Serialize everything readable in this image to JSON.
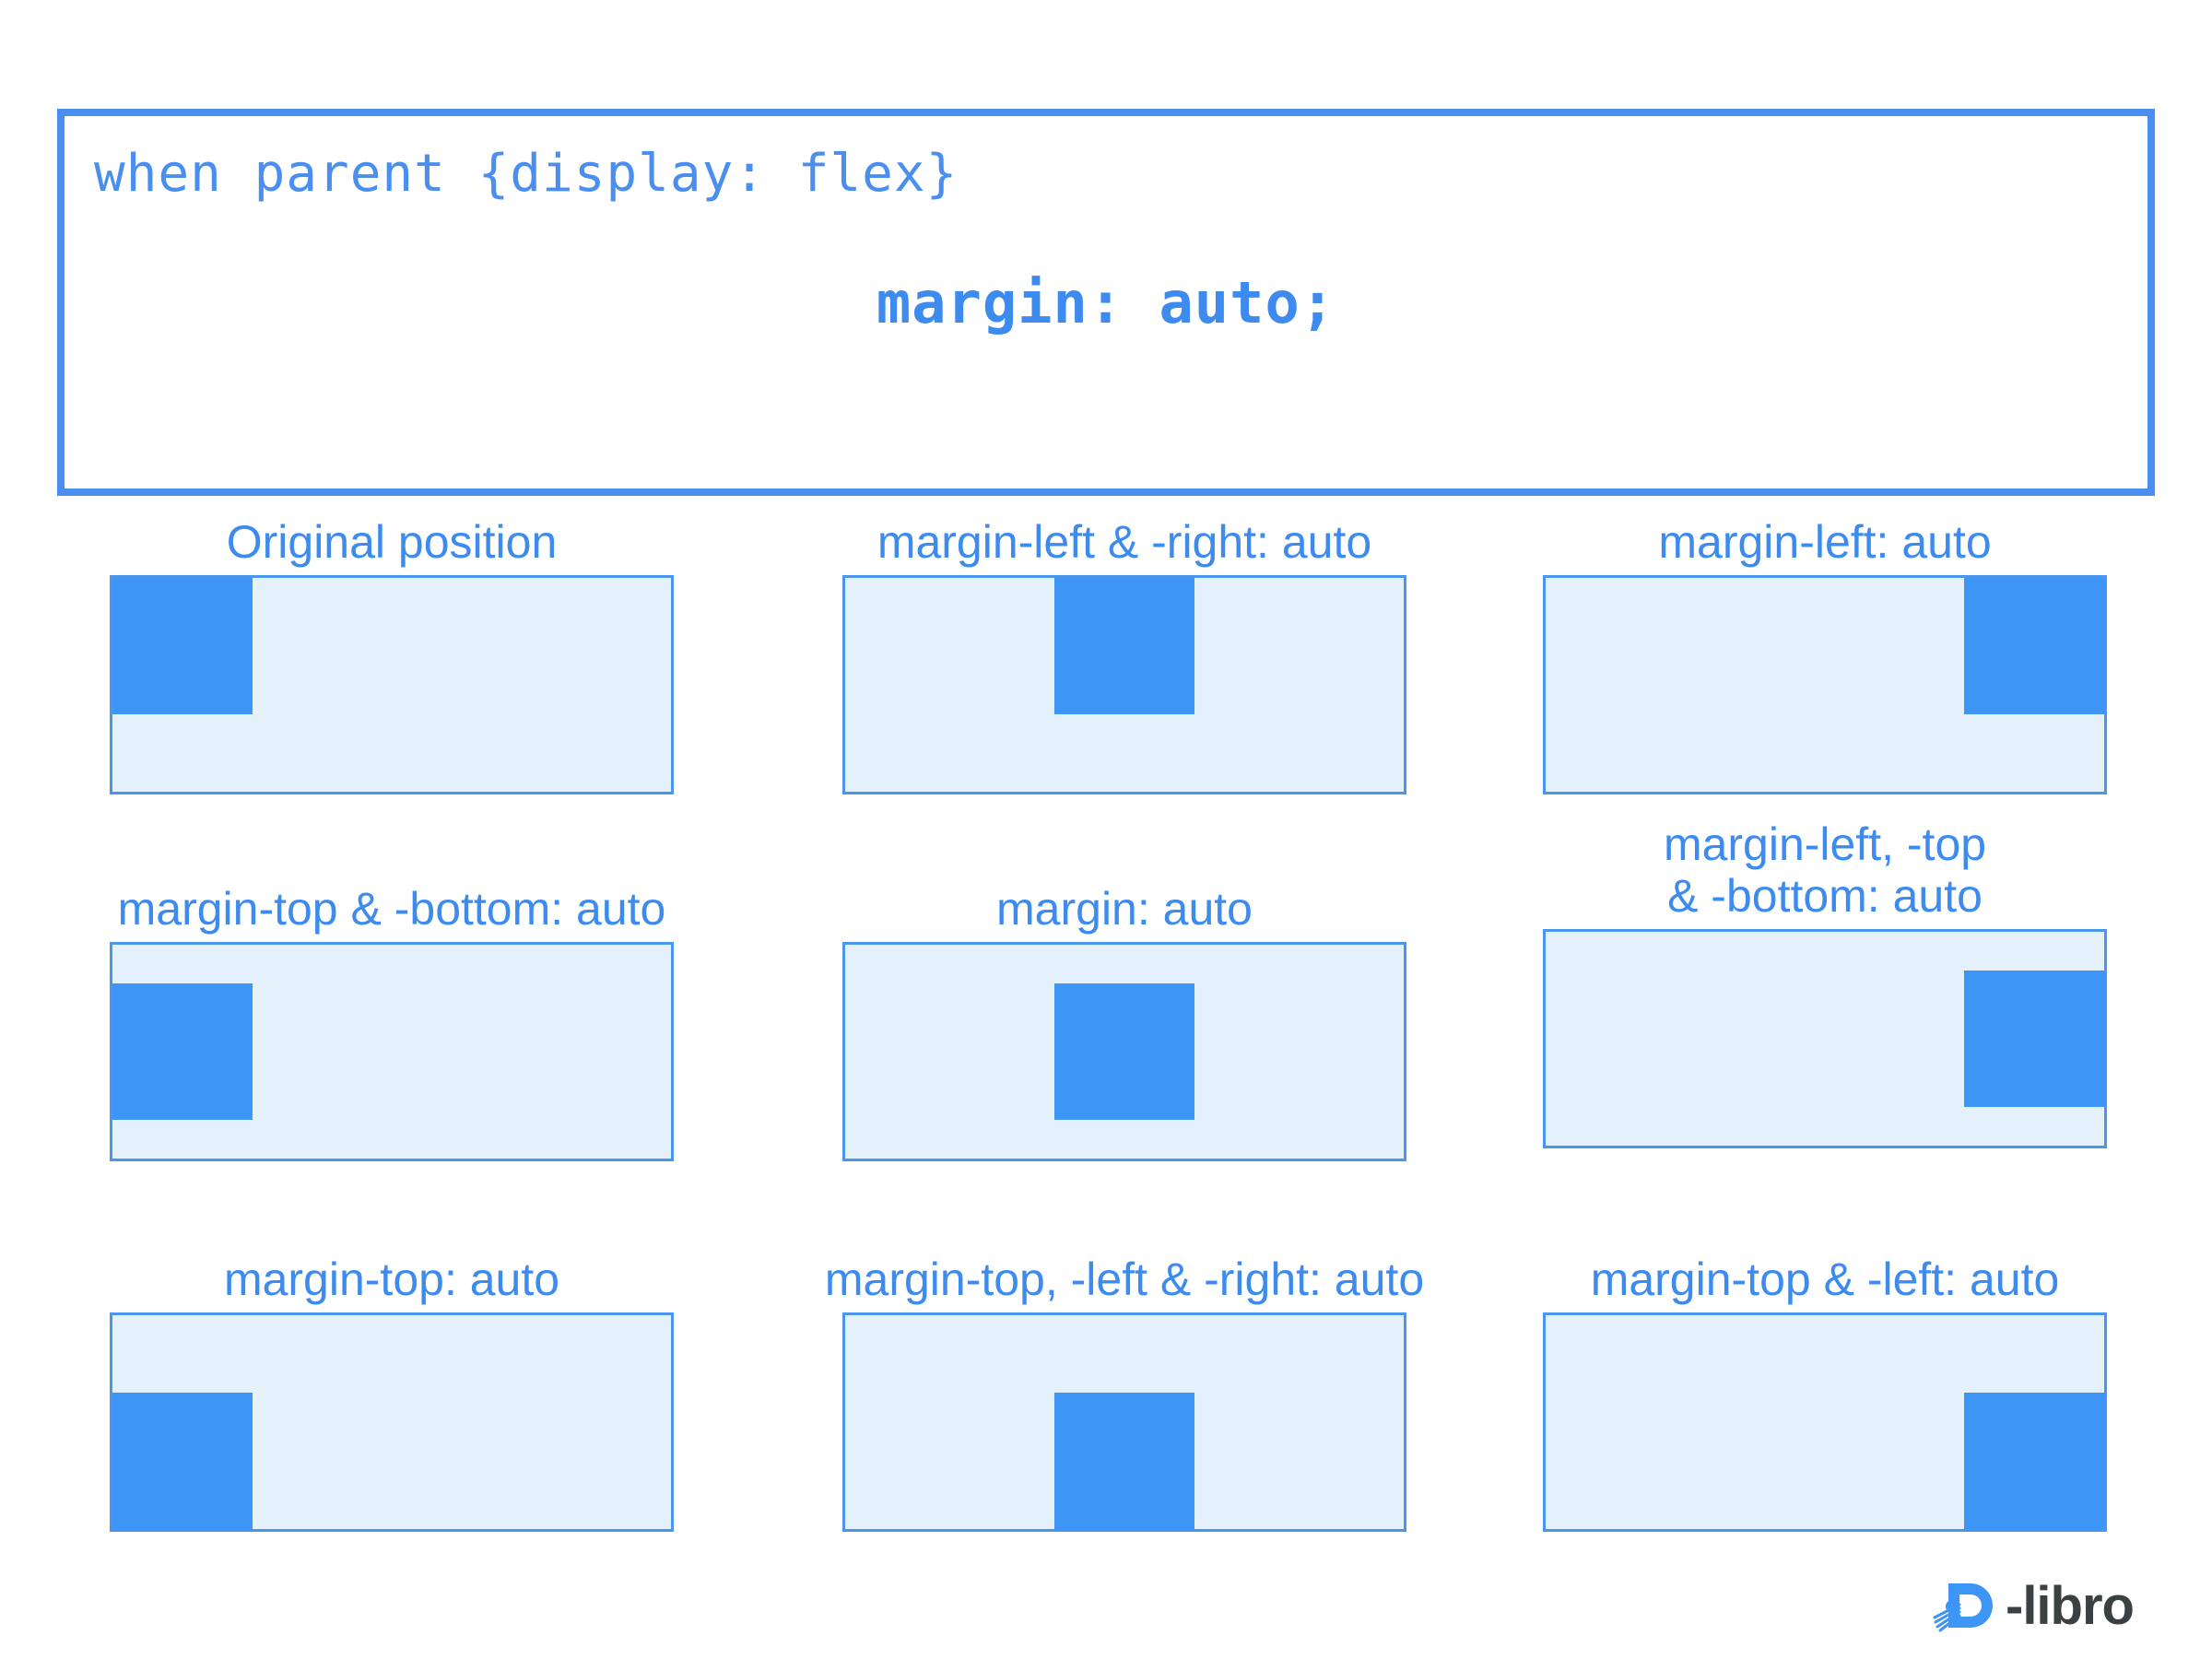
{
  "header": {
    "code_line_1": "when parent {display: flex}",
    "code_line_2": "margin: auto;",
    "border_color": "#4a8ff0",
    "text_color": "#4a8ff0"
  },
  "colors": {
    "accent_blue": "#3d95f5",
    "border_blue": "#4a96ef",
    "container_fill": "#e4f1fb",
    "label_blue": "#3d8bee",
    "logo_dark": "#3b4043"
  },
  "grid": {
    "cells": [
      {
        "label": "Original position",
        "h": "left",
        "v": "top"
      },
      {
        "label": "margin-left & -right: auto",
        "h": "center",
        "v": "top"
      },
      {
        "label": "margin-left: auto",
        "h": "right",
        "v": "top"
      },
      {
        "label": "margin-top & -bottom: auto",
        "h": "left",
        "v": "middle"
      },
      {
        "label": "margin: auto",
        "h": "center",
        "v": "middle"
      },
      {
        "label": "margin-left, -top\n& -bottom: auto",
        "h": "right",
        "v": "middle"
      },
      {
        "label": "margin-top: auto",
        "h": "left",
        "v": "bottom"
      },
      {
        "label": "margin-top, -left & -right: auto",
        "h": "center",
        "v": "bottom"
      },
      {
        "label": "margin-top & -left: auto",
        "h": "right",
        "v": "bottom"
      }
    ]
  },
  "footer": {
    "logo_text": "-libro",
    "logo_icon": "d-libro-book-icon"
  }
}
